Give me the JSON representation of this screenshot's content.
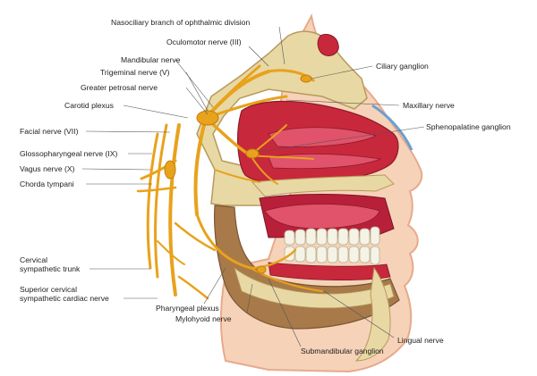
{
  "labels": {
    "nasociliary": "Nasociliary branch of ophthalmic division",
    "oculomotor": "Oculomotor nerve (III)",
    "mandibular": "Mandibular nerve",
    "trigeminal": "Trigeminal nerve (V)",
    "greater_petrosal": "Greater petrosal nerve",
    "carotid_plexus": "Carotid plexus",
    "facial": "Facial nerve (VII)",
    "glossopharyngeal": "Glossopharyngeal nerve (IX)",
    "vagus": "Vagus nerve (X)",
    "chorda_tympani": "Chorda tympani",
    "cervical_trunk_1": "Cervical",
    "cervical_trunk_2": "sympathetic trunk",
    "superior_cervical_1": "Superior cervical",
    "superior_cervical_2": "sympathetic cardiac nerve",
    "pharyngeal_plexus": "Pharyngeal plexus",
    "mylohyoid": "Mylohyoid nerve",
    "submandibular": "Submandibular ganglion",
    "lingual": "Lingual nerve",
    "ciliary": "Ciliary ganglion",
    "maxillary": "Maxillary nerve",
    "sphenopalatine": "Sphenopalatine ganglion"
  },
  "colors": {
    "nerve": "#e8a21c",
    "nerve_dark": "#c47d0c",
    "skin": "#f6d2b8",
    "skin_edge": "#e7aa8c",
    "bone": "#e8d8a4",
    "bone_edge": "#b79a5c",
    "mucosa": "#c8283c",
    "mucosa_light": "#e0536a",
    "muscle": "#a87a4a",
    "tooth": "#f5f2e6",
    "leader": "#555555"
  }
}
